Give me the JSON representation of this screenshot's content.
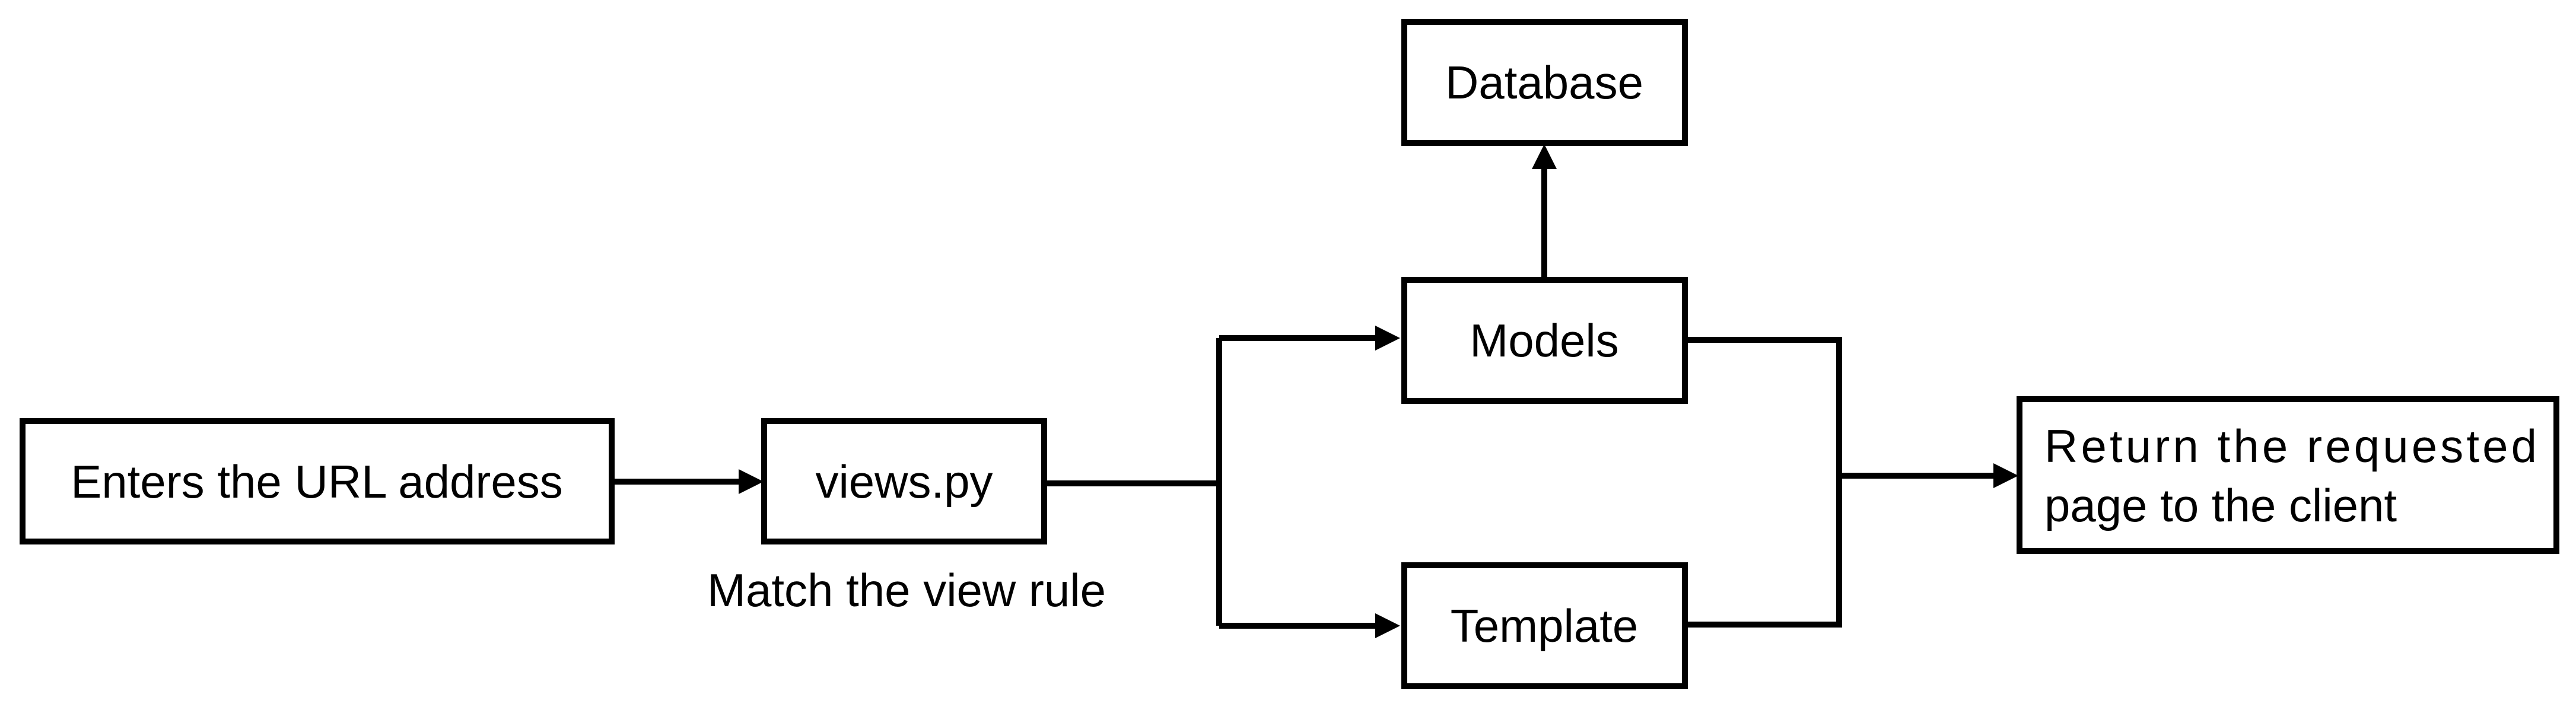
{
  "diagram": {
    "nodes": {
      "url": "Enters the URL address",
      "views": "views.py",
      "database": "Database",
      "models": "Models",
      "template": "Template",
      "return_line1": "Return the requested",
      "return_line2": "page to the client"
    },
    "annotations": {
      "match": "Match the view rule"
    }
  }
}
